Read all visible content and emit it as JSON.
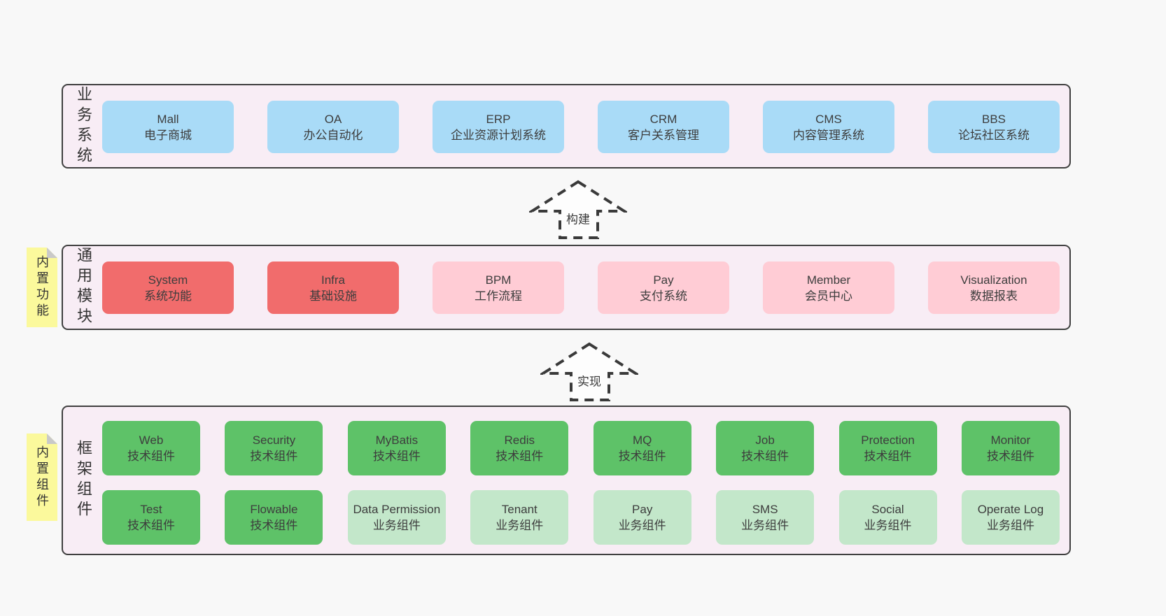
{
  "diagram": {
    "colors": {
      "page_bg": "#f8f8f8",
      "panel_bg": "#f8edf5",
      "panel_border": "#404040",
      "blue": "#a9dbf7",
      "red": "#f16c6c",
      "pink": "#ffccd5",
      "green_dark": "#5ec268",
      "green_light": "#c3e7ca",
      "sticky_yellow": "#fbf99c",
      "fold_gray": "#c9c9c9",
      "text": "#3d3d3d"
    },
    "arrows": [
      {
        "label": "构建"
      },
      {
        "label": "实现"
      }
    ],
    "layers": {
      "business": {
        "label": "业务系统",
        "boxes": [
          {
            "name": "Mall",
            "desc": "电子商城"
          },
          {
            "name": "OA",
            "desc": "办公自动化"
          },
          {
            "name": "ERP",
            "desc": "企业资源计划系统"
          },
          {
            "name": "CRM",
            "desc": "客户关系管理"
          },
          {
            "name": "CMS",
            "desc": "内容管理系统"
          },
          {
            "name": "BBS",
            "desc": "论坛社区系统"
          }
        ]
      },
      "modules": {
        "label": "通用模块",
        "sticky": "内置功能",
        "boxes": [
          {
            "name": "System",
            "desc": "系统功能",
            "variant": "red"
          },
          {
            "name": "Infra",
            "desc": "基础设施",
            "variant": "red"
          },
          {
            "name": "BPM",
            "desc": "工作流程",
            "variant": "pink"
          },
          {
            "name": "Pay",
            "desc": "支付系统",
            "variant": "pink"
          },
          {
            "name": "Member",
            "desc": "会员中心",
            "variant": "pink"
          },
          {
            "name": "Visualization",
            "desc": "数据报表",
            "variant": "pink"
          }
        ]
      },
      "framework": {
        "label": "框架组件",
        "sticky": "内置组件",
        "row1": [
          {
            "name": "Web",
            "desc": "技术组件",
            "variant": "green-dark"
          },
          {
            "name": "Security",
            "desc": "技术组件",
            "variant": "green-dark"
          },
          {
            "name": "MyBatis",
            "desc": "技术组件",
            "variant": "green-dark"
          },
          {
            "name": "Redis",
            "desc": "技术组件",
            "variant": "green-dark"
          },
          {
            "name": "MQ",
            "desc": "技术组件",
            "variant": "green-dark"
          },
          {
            "name": "Job",
            "desc": "技术组件",
            "variant": "green-dark"
          },
          {
            "name": "Protection",
            "desc": "技术组件",
            "variant": "green-dark"
          },
          {
            "name": "Monitor",
            "desc": "技术组件",
            "variant": "green-dark"
          }
        ],
        "row2": [
          {
            "name": "Test",
            "desc": "技术组件",
            "variant": "green-dark"
          },
          {
            "name": "Flowable",
            "desc": "技术组件",
            "variant": "green-dark"
          },
          {
            "name": "Data Permission",
            "desc": "业务组件",
            "variant": "green-light"
          },
          {
            "name": "Tenant",
            "desc": "业务组件",
            "variant": "green-light"
          },
          {
            "name": "Pay",
            "desc": "业务组件",
            "variant": "green-light"
          },
          {
            "name": "SMS",
            "desc": "业务组件",
            "variant": "green-light"
          },
          {
            "name": "Social",
            "desc": "业务组件",
            "variant": "green-light"
          },
          {
            "name": "Operate Log",
            "desc": "业务组件",
            "variant": "green-light"
          }
        ]
      }
    }
  }
}
